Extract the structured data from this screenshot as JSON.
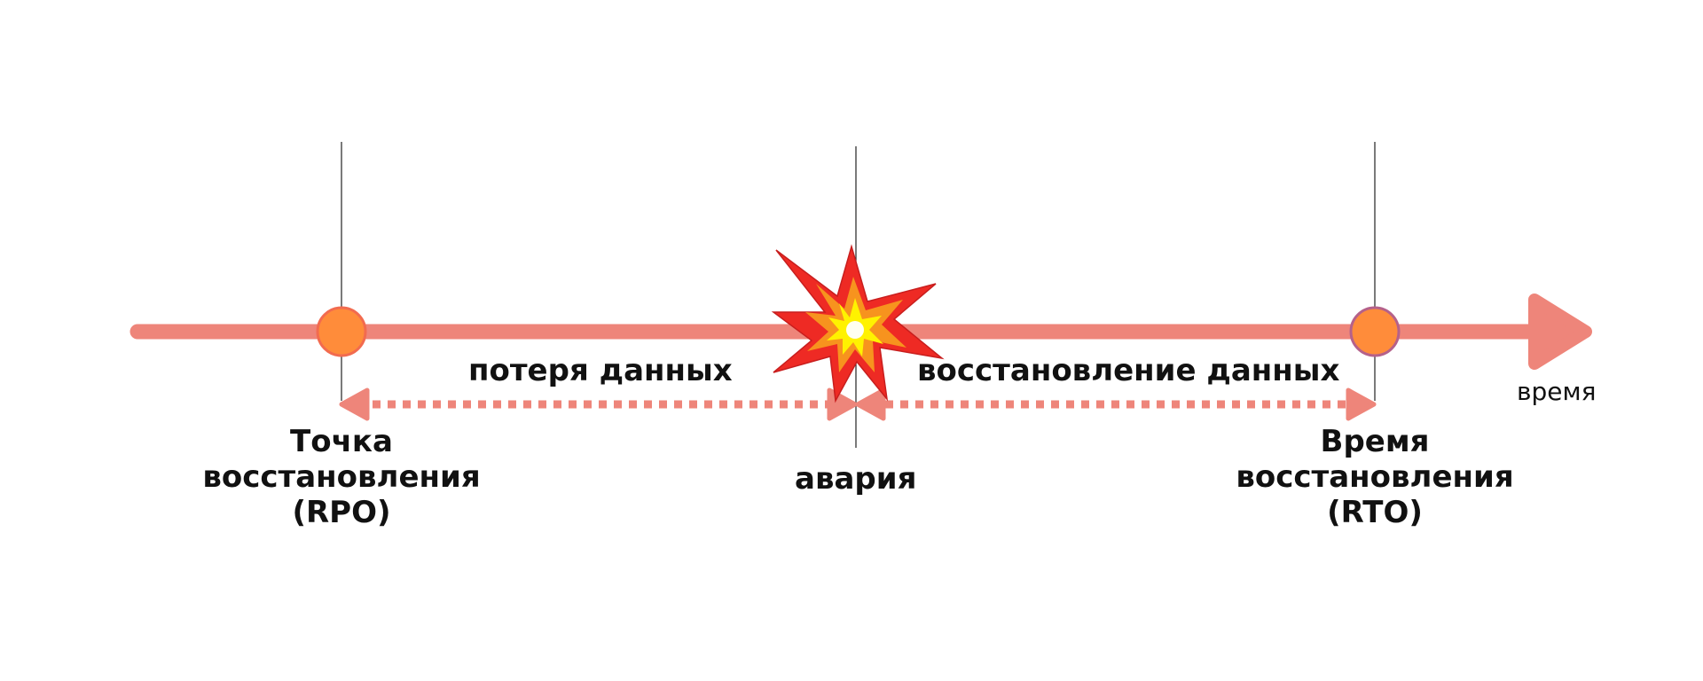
{
  "labels": {
    "data_loss": "потеря данных",
    "data_recovery": "восстановление данных",
    "time": "время",
    "incident": "авария"
  },
  "rpo": {
    "line1": "Точка",
    "line2": "восстановления",
    "line3": "(RPO)"
  },
  "rto": {
    "line1": "Время",
    "line2": "восстановления",
    "line3": "(RTO)"
  },
  "colors": {
    "timeline": "#EE857A",
    "milestone_fill": "#FF8C3A",
    "milestone_ring": "#F26B4F",
    "rto_ring": "#9B59B6",
    "burst_red": "#EE2A24",
    "burst_orange": "#F7931E",
    "burst_yellow": "#FFF200",
    "guide": "#222222"
  }
}
